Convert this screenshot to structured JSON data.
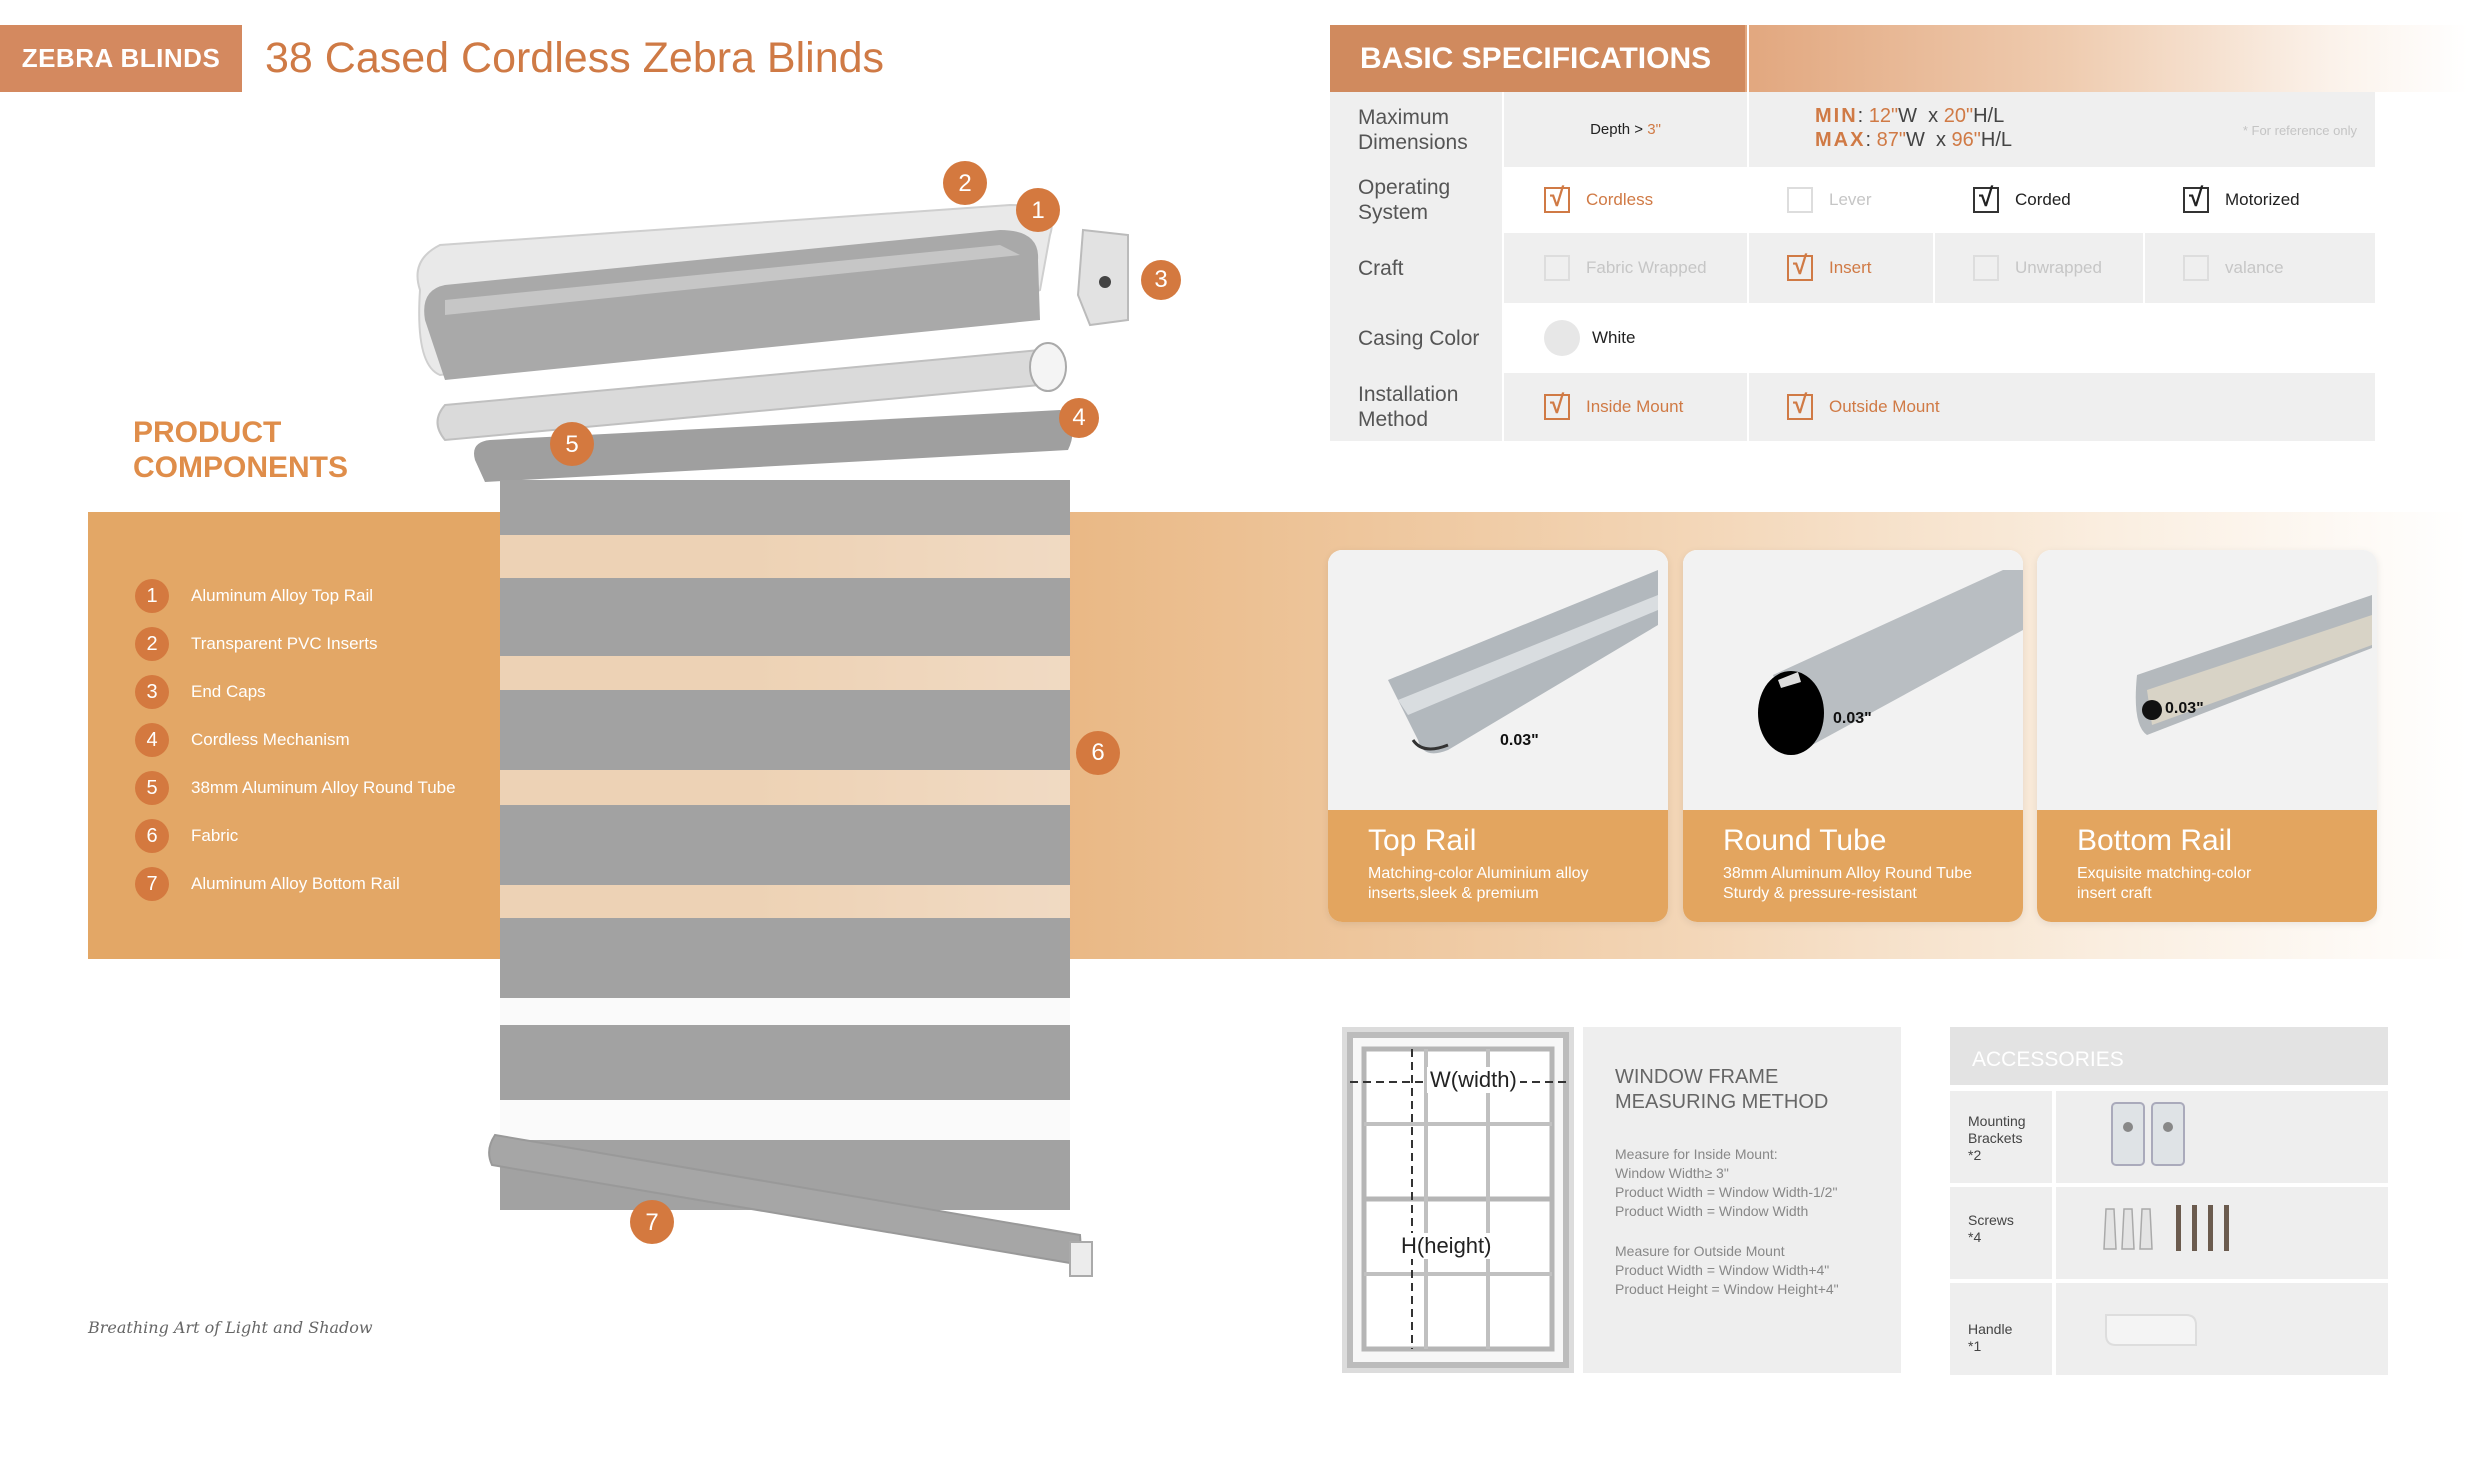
{
  "header": {
    "tag": "ZEBRA BLINDS",
    "title": "38 Cased Cordless Zebra Blinds"
  },
  "components": {
    "title_line1": "PRODUCT",
    "title_line2": "COMPONENTS",
    "items": [
      {
        "num": "1",
        "label": "Aluminum Alloy Top Rail"
      },
      {
        "num": "2",
        "label": "Transparent PVC Inserts"
      },
      {
        "num": "3",
        "label": "End Caps"
      },
      {
        "num": "4",
        "label": "Cordless Mechanism"
      },
      {
        "num": "5",
        "label": "38mm Aluminum Alloy Round Tube"
      },
      {
        "num": "6",
        "label": "Fabric"
      },
      {
        "num": "7",
        "label": "Aluminum Alloy Bottom Rail"
      }
    ],
    "tagline": "Breathing Art of Light and Shadow"
  },
  "specs": {
    "title": "BASIC SPECIFICATIONS",
    "max_dim_label": "Maximum Dimensions",
    "depth_label": "Depth >",
    "depth_value": "3\"",
    "min_label": "MIN",
    "min_w": "12\"",
    "min_h": "20\"",
    "max_label": "MAX",
    "max_w": "87\"",
    "max_h": "96\"",
    "w_unit": "W",
    "x_sep": "x",
    "hl_unit": "H/L",
    "note": "* For reference only",
    "operating_label": "Operating System",
    "operating": [
      "Cordless",
      "Lever",
      "Corded",
      "Motorized"
    ],
    "craft_label": "Craft",
    "craft": [
      "Fabric Wrapped",
      "Insert",
      "Unwrapped",
      "valance"
    ],
    "casing_label": "Casing Color",
    "casing_value": "White",
    "install_label": "Installation Method",
    "install": [
      "Inside Mount",
      "Outside Mount"
    ]
  },
  "features": [
    {
      "title": "Top Rail",
      "desc1": "Matching-color Aluminium alloy",
      "desc2": "inserts,sleek & premium",
      "dim": "0.03\""
    },
    {
      "title": "Round Tube",
      "desc1": "38mm Aluminum Alloy Round Tube",
      "desc2": "Sturdy & pressure-resistant",
      "dim": "0.03\""
    },
    {
      "title": "Bottom Rail",
      "desc1": "Exquisite matching-color",
      "desc2": "insert craft",
      "dim": "0.03\""
    }
  ],
  "measure": {
    "width_label": "W(width)",
    "height_label": "H(height)",
    "title1": "WINDOW FRAME",
    "title2": "MEASURING METHOD",
    "inside_lines": [
      "Measure for Inside Mount:",
      "Window Width≥  3\"",
      "Product Width = Window Width-1/2\"",
      "Product Width = Window Width"
    ],
    "outside_lines": [
      "Measure for Outside Mount",
      "Product Width = Window Width+4\"",
      "Product Height = Window Height+4\""
    ]
  },
  "accessories": {
    "title": "ACCESSORIES",
    "items": [
      {
        "name": "Mounting Brackets",
        "qty": "*2"
      },
      {
        "name": "Screws",
        "qty": "*4"
      },
      {
        "name": "Handle",
        "qty": "*1"
      }
    ]
  },
  "colors": {
    "accent": "#d07a45",
    "band": "#e3a766",
    "spec_head": "#d08a5e"
  }
}
